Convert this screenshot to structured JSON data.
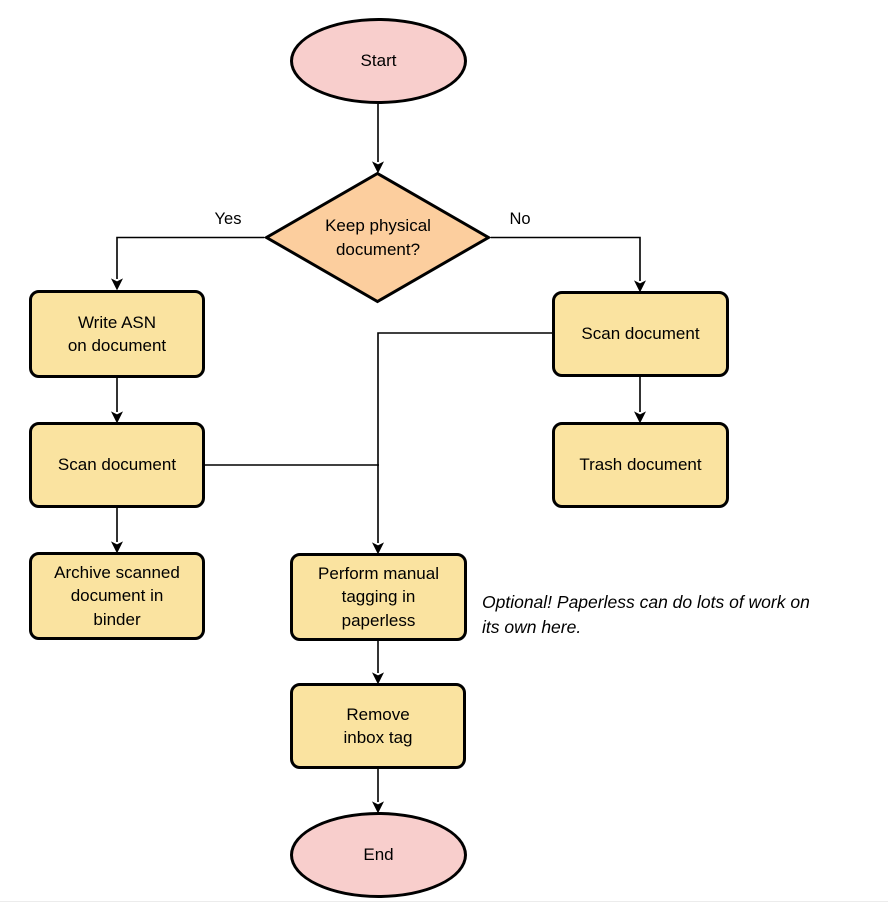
{
  "diagram": {
    "nodes": {
      "start": {
        "label": "Start",
        "type": "terminator"
      },
      "keep_physical": {
        "label": "Keep physical\ndocument?",
        "type": "decision"
      },
      "write_asn": {
        "label": "Write ASN\non document",
        "type": "process"
      },
      "scan_document_left": {
        "label": "Scan document",
        "type": "process"
      },
      "archive_scanned": {
        "label": "Archive scanned\ndocument in\nbinder",
        "type": "process"
      },
      "scan_document_right": {
        "label": "Scan document",
        "type": "process"
      },
      "trash_document": {
        "label": "Trash document",
        "type": "process"
      },
      "manual_tagging": {
        "label": "Perform manual\ntagging in\npaperless",
        "type": "process"
      },
      "remove_inbox_tag": {
        "label": "Remove\ninbox tag",
        "type": "process"
      },
      "end": {
        "label": "End",
        "type": "terminator"
      }
    },
    "edge_labels": {
      "yes": "Yes",
      "no": "No"
    },
    "annotation": "Optional! Paperless can do lots of work on\nits own here.",
    "colors": {
      "terminator_fill": "#f8cecc",
      "decision_fill": "#fcce9e",
      "process_fill": "#fae3a0",
      "stroke": "#000000"
    }
  }
}
